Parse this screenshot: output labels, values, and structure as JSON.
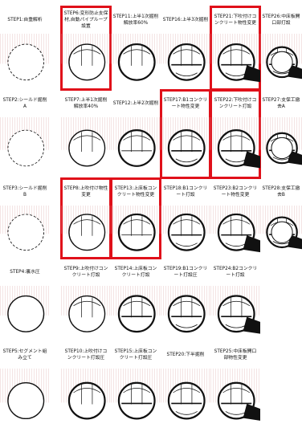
{
  "colors": {
    "highlight": "#e0101a",
    "hatch": "#d9a3a3",
    "fill": "#111111"
  },
  "columns": [
    [
      "STEP1:自重解析",
      "STEP2:シールド掘削A",
      "STEP3:シールド掘削B",
      "STEP4:裏水圧",
      "STEP5:セグメント組み立て"
    ],
    [
      "STEP6:変形防止支保材,自動パイプループ設置",
      "STEP7:上半1次掘削解放率40%",
      "STEP8:上吹付け物性変更",
      "STEP9:上吹付けコンクリート打設",
      "STEP10:上吹付けコンクリート打設圧"
    ],
    [
      "STEP11:上半1次掘削解放率60%",
      "STEP12:上半2次掘削",
      "STEP13:上床板コンクリート物性変更",
      "STEP14:上床板コンクリート打設",
      "STEP15:上床板コンクリート打設圧"
    ],
    [
      "STEP16:上半3次掘削",
      "STEP17:B1コンクリート物性変更",
      "STEP18:B1コンクリート打設",
      "STEP19:B1コンクリート打設圧",
      "STEP20:下半掘削"
    ],
    [
      "STEP21:下吹付けコンクリート物性変更",
      "STEP22:下吹付けコンクリート打設",
      "STEP23:B2コンクリート物性変更",
      "STEP24:B2コンクリート打設",
      "STEP25:中床板開口部物性変更"
    ],
    [
      "STEP26:中床板開口部打設",
      "STEP27:支保工撤去A",
      "STEP28:支保工撤去B",
      "",
      ""
    ]
  ],
  "highlighted": [
    "STEP6",
    "STEP8",
    "STEP13",
    "STEP17",
    "STEP21",
    "STEP22"
  ]
}
